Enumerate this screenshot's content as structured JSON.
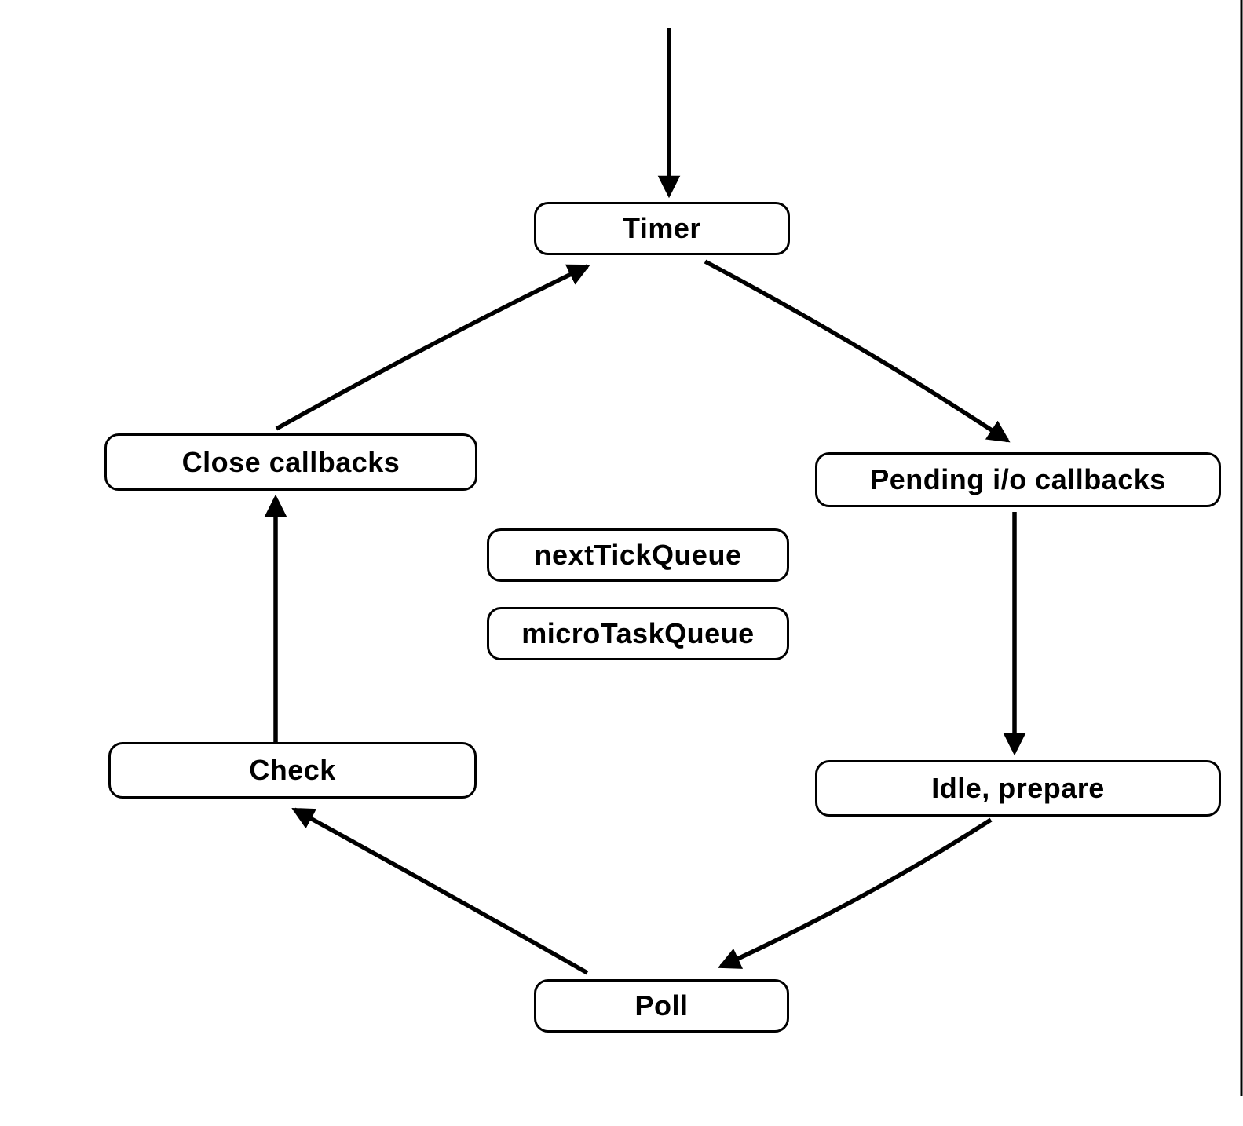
{
  "diagram": {
    "description": "Node.js event loop phases flow diagram",
    "nodes": {
      "timer": {
        "label": "Timer"
      },
      "close": {
        "label": "Close callbacks"
      },
      "pending": {
        "label": "Pending i/o callbacks"
      },
      "nexttick": {
        "label": "nextTickQueue"
      },
      "microtask": {
        "label": "microTaskQueue"
      },
      "check": {
        "label": "Check"
      },
      "idle": {
        "label": "Idle, prepare"
      },
      "poll": {
        "label": "Poll"
      }
    },
    "edges": [
      {
        "from": "start",
        "to": "timer"
      },
      {
        "from": "timer",
        "to": "pending"
      },
      {
        "from": "pending",
        "to": "idle"
      },
      {
        "from": "idle",
        "to": "poll"
      },
      {
        "from": "poll",
        "to": "check"
      },
      {
        "from": "check",
        "to": "close"
      },
      {
        "from": "close",
        "to": "timer"
      }
    ],
    "colors": {
      "stroke": "#000000",
      "node_fill": "#ffffff",
      "background": "#ffffff"
    }
  }
}
